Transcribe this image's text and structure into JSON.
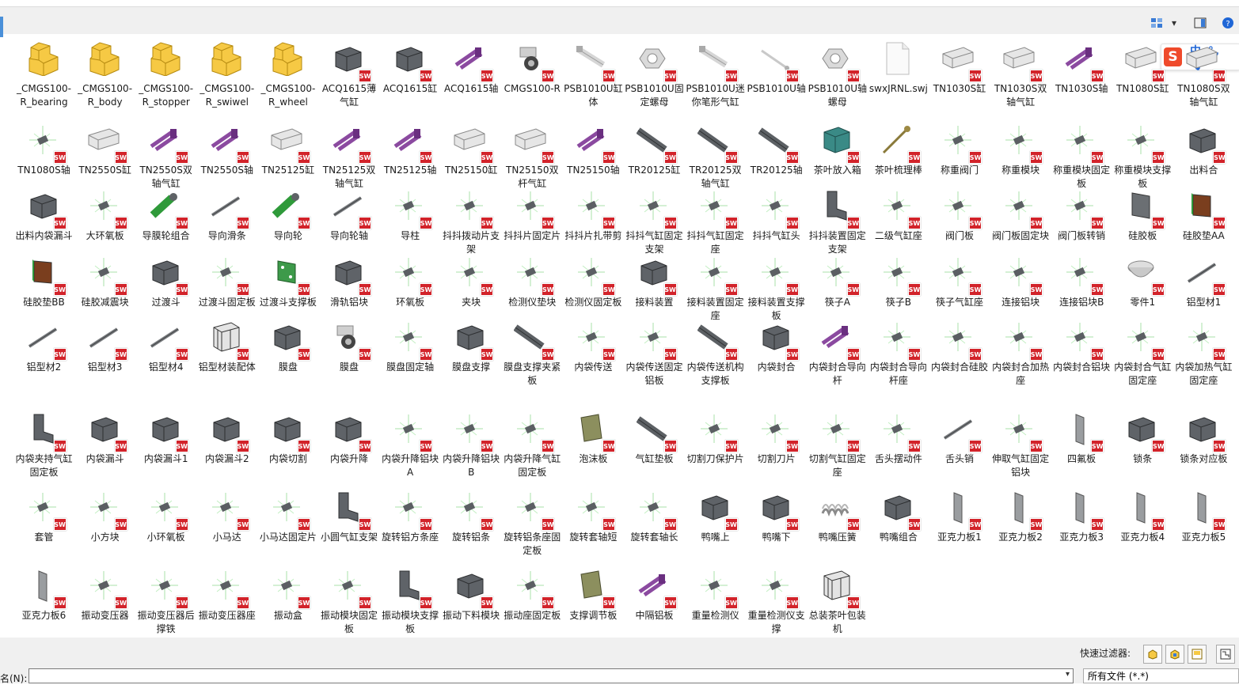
{
  "toolbar": {
    "view_icon": "view-options-icon",
    "dropdown_icon": "chevron-down-icon",
    "pane_icon": "preview-pane-icon",
    "help_icon": "help-icon"
  },
  "ime": {
    "logo": "S",
    "text": "中 °, 🎙"
  },
  "files": [
    {
      "label": "_CMGS100-R_bearing",
      "icon": "folder-part"
    },
    {
      "label": "_CMGS100-R_body",
      "icon": "folder-part"
    },
    {
      "label": "_CMGS100-R_stopper",
      "icon": "folder-part"
    },
    {
      "label": "_CMGS100-R_swiwel",
      "icon": "folder-part"
    },
    {
      "label": "_CMGS100-R_wheel",
      "icon": "folder-part"
    },
    {
      "label": "ACQ1615薄气缸",
      "icon": "block-dark"
    },
    {
      "label": "ACQ1615缸",
      "icon": "block-dark"
    },
    {
      "label": "ACQ1615轴",
      "icon": "shaft-purple"
    },
    {
      "label": "CMGS100-R",
      "icon": "wheel"
    },
    {
      "label": "PSB1010U缸体",
      "icon": "cylinder-light"
    },
    {
      "label": "PSB1010U固定螺母",
      "icon": "nut"
    },
    {
      "label": "PSB1010U迷你笔形气缸",
      "icon": "cylinder-light"
    },
    {
      "label": "PSB1010U轴",
      "icon": "shaft-light"
    },
    {
      "label": "PSB1010U轴螺母",
      "icon": "nut"
    },
    {
      "label": "swxJRNL.swj",
      "icon": "document"
    },
    {
      "label": "TN1030S缸",
      "icon": "block-light"
    },
    {
      "label": "TN1030S双轴气缸",
      "icon": "block-light"
    },
    {
      "label": "TN1030S轴",
      "icon": "shaft-purple"
    },
    {
      "label": "TN1080S缸",
      "icon": "block-light"
    },
    {
      "label": "TN1080S双轴气缸",
      "icon": "block-light"
    },
    {
      "label": "TN1080S轴",
      "icon": "part-green"
    },
    {
      "label": "TN2550S缸",
      "icon": "block-light"
    },
    {
      "label": "TN2550S双轴气缸",
      "icon": "shaft-purple"
    },
    {
      "label": "TN2550S轴",
      "icon": "shaft-purple"
    },
    {
      "label": "TN25125缸",
      "icon": "block-light"
    },
    {
      "label": "TN25125双轴气缸",
      "icon": "shaft-purple"
    },
    {
      "label": "TN25125轴",
      "icon": "shaft-purple"
    },
    {
      "label": "TN25150缸",
      "icon": "block-light"
    },
    {
      "label": "TN25150双杆气缸",
      "icon": "block-light"
    },
    {
      "label": "TN25150轴",
      "icon": "shaft-purple"
    },
    {
      "label": "TR20125缸",
      "icon": "bar-dark"
    },
    {
      "label": "TR20125双轴气缸",
      "icon": "bar-dark"
    },
    {
      "label": "TR20125轴",
      "icon": "bar-dark"
    },
    {
      "label": "茶叶放入箱",
      "icon": "box-teal"
    },
    {
      "label": "茶叶梳理棒",
      "icon": "rod-olive"
    },
    {
      "label": "称重阀门",
      "icon": "part-green"
    },
    {
      "label": "称重模块",
      "icon": "part-green"
    },
    {
      "label": "称重模块固定板",
      "icon": "part-green"
    },
    {
      "label": "称重模块支撑板",
      "icon": "part-green"
    },
    {
      "label": "出料合",
      "icon": "block-dark"
    },
    {
      "label": "出料内袋漏斗",
      "icon": "block-dark"
    },
    {
      "label": "大环氧板",
      "icon": "part-green"
    },
    {
      "label": "导膜轮组合",
      "icon": "roller-green"
    },
    {
      "label": "导向滑条",
      "icon": "rod-dark"
    },
    {
      "label": "导向轮",
      "icon": "roller-green"
    },
    {
      "label": "导向轮轴",
      "icon": "rod-dark"
    },
    {
      "label": "导柱",
      "icon": "part-green"
    },
    {
      "label": "抖抖拨动片支架",
      "icon": "part-green"
    },
    {
      "label": "抖抖片固定片",
      "icon": "part-green"
    },
    {
      "label": "抖抖片扎带剪",
      "icon": "part-green"
    },
    {
      "label": "抖抖气缸固定支架",
      "icon": "part-green"
    },
    {
      "label": "抖抖气缸固定座",
      "icon": "part-green"
    },
    {
      "label": "抖抖气缸头",
      "icon": "part-green"
    },
    {
      "label": "抖抖装置固定支架",
      "icon": "bracket-dark"
    },
    {
      "label": "二级气缸座",
      "icon": "part-green"
    },
    {
      "label": "阀门板",
      "icon": "part-green"
    },
    {
      "label": "阀门板固定块",
      "icon": "part-green"
    },
    {
      "label": "阀门板转销",
      "icon": "part-green"
    },
    {
      "label": "硅胶板",
      "icon": "plate-dark"
    },
    {
      "label": "硅胶垫AA",
      "icon": "plate-brown"
    },
    {
      "label": "硅胶垫BB",
      "icon": "plate-brown"
    },
    {
      "label": "硅胶减震块",
      "icon": "part-green"
    },
    {
      "label": "过渡斗",
      "icon": "block-dark"
    },
    {
      "label": "过渡斗固定板",
      "icon": "part-green"
    },
    {
      "label": "过渡斗支撑板",
      "icon": "plate-green"
    },
    {
      "label": "滑轨铝块",
      "icon": "block-dark"
    },
    {
      "label": "环氧板",
      "icon": "part-green"
    },
    {
      "label": "夹块",
      "icon": "part-green"
    },
    {
      "label": "检测仪垫块",
      "icon": "part-green"
    },
    {
      "label": "检测仪固定板",
      "icon": "part-green"
    },
    {
      "label": "接料装置",
      "icon": "block-dark"
    },
    {
      "label": "接料装置固定座",
      "icon": "part-green"
    },
    {
      "label": "接料装置支撑板",
      "icon": "part-green"
    },
    {
      "label": "筷子A",
      "icon": "part-green"
    },
    {
      "label": "筷子B",
      "icon": "part-green"
    },
    {
      "label": "筷子气缸座",
      "icon": "part-green"
    },
    {
      "label": "连接铝块",
      "icon": "part-green"
    },
    {
      "label": "连接铝块B",
      "icon": "part-green"
    },
    {
      "label": "零件1",
      "icon": "dish"
    },
    {
      "label": "铝型材1",
      "icon": "rod-dark"
    },
    {
      "label": "铝型材2",
      "icon": "rod-dark"
    },
    {
      "label": "铝型材3",
      "icon": "rod-dark"
    },
    {
      "label": "铝型材4",
      "icon": "rod-dark"
    },
    {
      "label": "铝型材装配体",
      "icon": "frame"
    },
    {
      "label": "膜盘",
      "icon": "block-dark"
    },
    {
      "label": "膜盘",
      "icon": "wheel"
    },
    {
      "label": "膜盘固定轴",
      "icon": "part-green"
    },
    {
      "label": "膜盘支撑",
      "icon": "block-dark"
    },
    {
      "label": "膜盘支撑夹紧板",
      "icon": "bar-dark"
    },
    {
      "label": "内袋传送",
      "icon": "part-green"
    },
    {
      "label": "内袋传送固定铝板",
      "icon": "part-green"
    },
    {
      "label": "内袋传送机构支撑板",
      "icon": "bar-dark"
    },
    {
      "label": "内袋封合",
      "icon": "block-dark"
    },
    {
      "label": "内袋封合导向杆",
      "icon": "shaft-purple"
    },
    {
      "label": "内袋封合导向杆座",
      "icon": "part-green"
    },
    {
      "label": "内袋封合硅胶",
      "icon": "part-green"
    },
    {
      "label": "内袋封合加热座",
      "icon": "part-green"
    },
    {
      "label": "内袋封合铝块",
      "icon": "part-green"
    },
    {
      "label": "内袋封合气缸固定座",
      "icon": "part-green"
    },
    {
      "label": "内袋加热气缸固定座",
      "icon": "part-green"
    },
    {
      "label": "内袋夹持气缸固定板",
      "icon": "bracket-dark"
    },
    {
      "label": "内袋漏斗",
      "icon": "block-dark"
    },
    {
      "label": "内袋漏斗1",
      "icon": "block-dark"
    },
    {
      "label": "内袋漏斗2",
      "icon": "block-dark"
    },
    {
      "label": "内袋切割",
      "icon": "block-dark"
    },
    {
      "label": "内袋升降",
      "icon": "block-dark"
    },
    {
      "label": "内袋升降铝块A",
      "icon": "part-green"
    },
    {
      "label": "内袋升降铝块B",
      "icon": "part-green"
    },
    {
      "label": "内袋升降气缸固定板",
      "icon": "part-green"
    },
    {
      "label": "泡沫板",
      "icon": "plate-olive"
    },
    {
      "label": "气缸垫板",
      "icon": "bar-dark"
    },
    {
      "label": "切割刀保护片",
      "icon": "part-green"
    },
    {
      "label": "切割刀片",
      "icon": "part-green"
    },
    {
      "label": "切割气缸固定座",
      "icon": "part-green"
    },
    {
      "label": "舌头摆动件",
      "icon": "part-green"
    },
    {
      "label": "舌头销",
      "icon": "rod-dark"
    },
    {
      "label": "伸取气缸固定铝块",
      "icon": "part-green"
    },
    {
      "label": "四氟板",
      "icon": "plate-gray"
    },
    {
      "label": "锁条",
      "icon": "block-dark"
    },
    {
      "label": "锁条对应板",
      "icon": "block-dark"
    },
    {
      "label": "套管",
      "icon": "part-green"
    },
    {
      "label": "小方块",
      "icon": "part-green"
    },
    {
      "label": "小环氧板",
      "icon": "part-green"
    },
    {
      "label": "小马达",
      "icon": "part-green"
    },
    {
      "label": "小马达固定片",
      "icon": "part-green"
    },
    {
      "label": "小圆气缸支架",
      "icon": "bracket-dark"
    },
    {
      "label": "旋转铝方条座",
      "icon": "part-green"
    },
    {
      "label": "旋转铝条",
      "icon": "part-green"
    },
    {
      "label": "旋转铝条座固定板",
      "icon": "part-green"
    },
    {
      "label": "旋转套轴短",
      "icon": "part-green"
    },
    {
      "label": "旋转套轴长",
      "icon": "part-green"
    },
    {
      "label": "鸭嘴上",
      "icon": "block-dark"
    },
    {
      "label": "鸭嘴下",
      "icon": "block-dark"
    },
    {
      "label": "鸭嘴压簧",
      "icon": "spring"
    },
    {
      "label": "鸭嘴组合",
      "icon": "block-dark"
    },
    {
      "label": "亚克力板1",
      "icon": "plate-gray"
    },
    {
      "label": "亚克力板2",
      "icon": "plate-gray"
    },
    {
      "label": "亚克力板3",
      "icon": "plate-gray"
    },
    {
      "label": "亚克力板4",
      "icon": "plate-gray"
    },
    {
      "label": "亚克力板5",
      "icon": "plate-gray"
    },
    {
      "label": "亚克力板6",
      "icon": "plate-gray"
    },
    {
      "label": "振动变压器",
      "icon": "part-green"
    },
    {
      "label": "振动变压器后撑铁",
      "icon": "part-green"
    },
    {
      "label": "振动变压器座",
      "icon": "part-green"
    },
    {
      "label": "振动盒",
      "icon": "part-green"
    },
    {
      "label": "振动模块固定板",
      "icon": "part-green"
    },
    {
      "label": "振动模块支撑板",
      "icon": "bracket-dark"
    },
    {
      "label": "振动下料模块",
      "icon": "block-dark"
    },
    {
      "label": "振动座固定板",
      "icon": "part-green"
    },
    {
      "label": "支撑调节板",
      "icon": "plate-olive"
    },
    {
      "label": "中隔铝板",
      "icon": "shaft-purple"
    },
    {
      "label": "重量检测仪",
      "icon": "part-green"
    },
    {
      "label": "重量检测仪支撑",
      "icon": "part-green"
    },
    {
      "label": "总装茶叶包装机",
      "icon": "frame"
    }
  ],
  "footer": {
    "quick_filter_label": "快速过滤器:",
    "filename_label": "名(N):",
    "filename_value": "",
    "filetype_value": "所有文件 (*.*)"
  },
  "colors": {
    "sw_badge": "#d2232a",
    "folder_yellow": "#f6c944",
    "accent_purple": "#8b4aa0",
    "accent_green": "#2f9a3a"
  }
}
